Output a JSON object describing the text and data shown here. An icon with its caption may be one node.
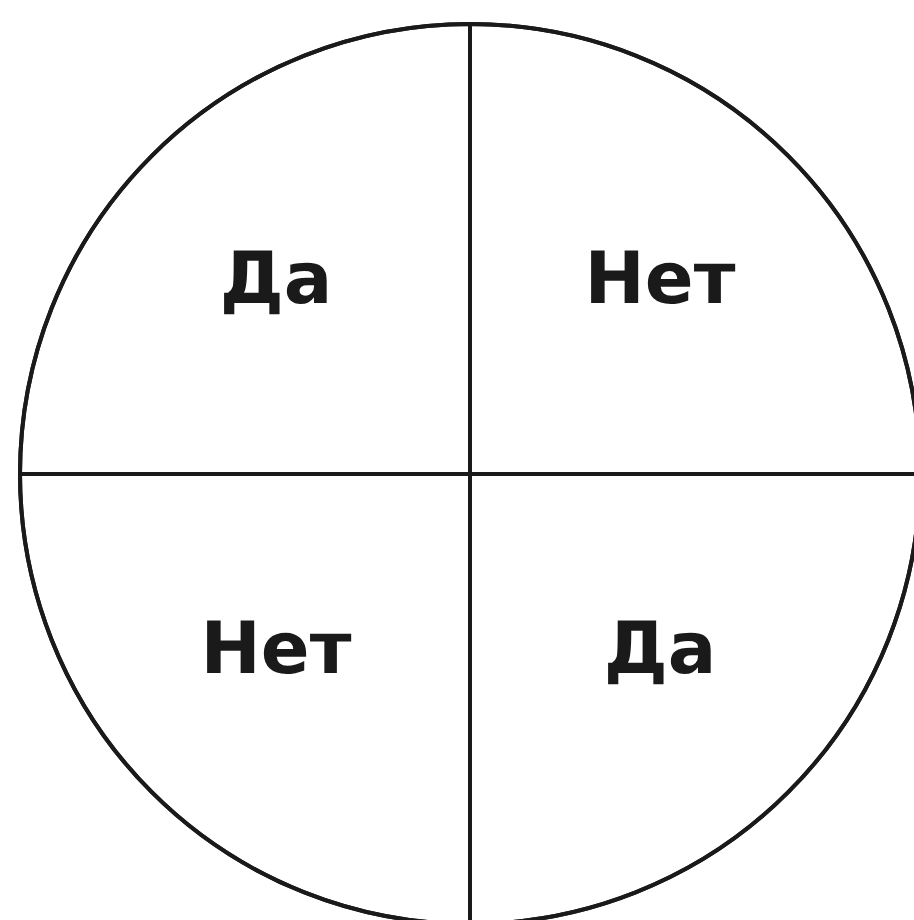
{
  "diagram": {
    "nodes": [
      {
        "text": [],
        "shape": "circle"
      },
      {
        "text": [
          "Да"
        ],
        "in": 0
      },
      {
        "text": [
          "Нет"
        ],
        "in": 0
      },
      {
        "text": [
          "Нет"
        ],
        "in": 0
      },
      {
        "text": [
          "Да"
        ],
        "in": 0
      }
    ],
    "edges": []
  }
}
